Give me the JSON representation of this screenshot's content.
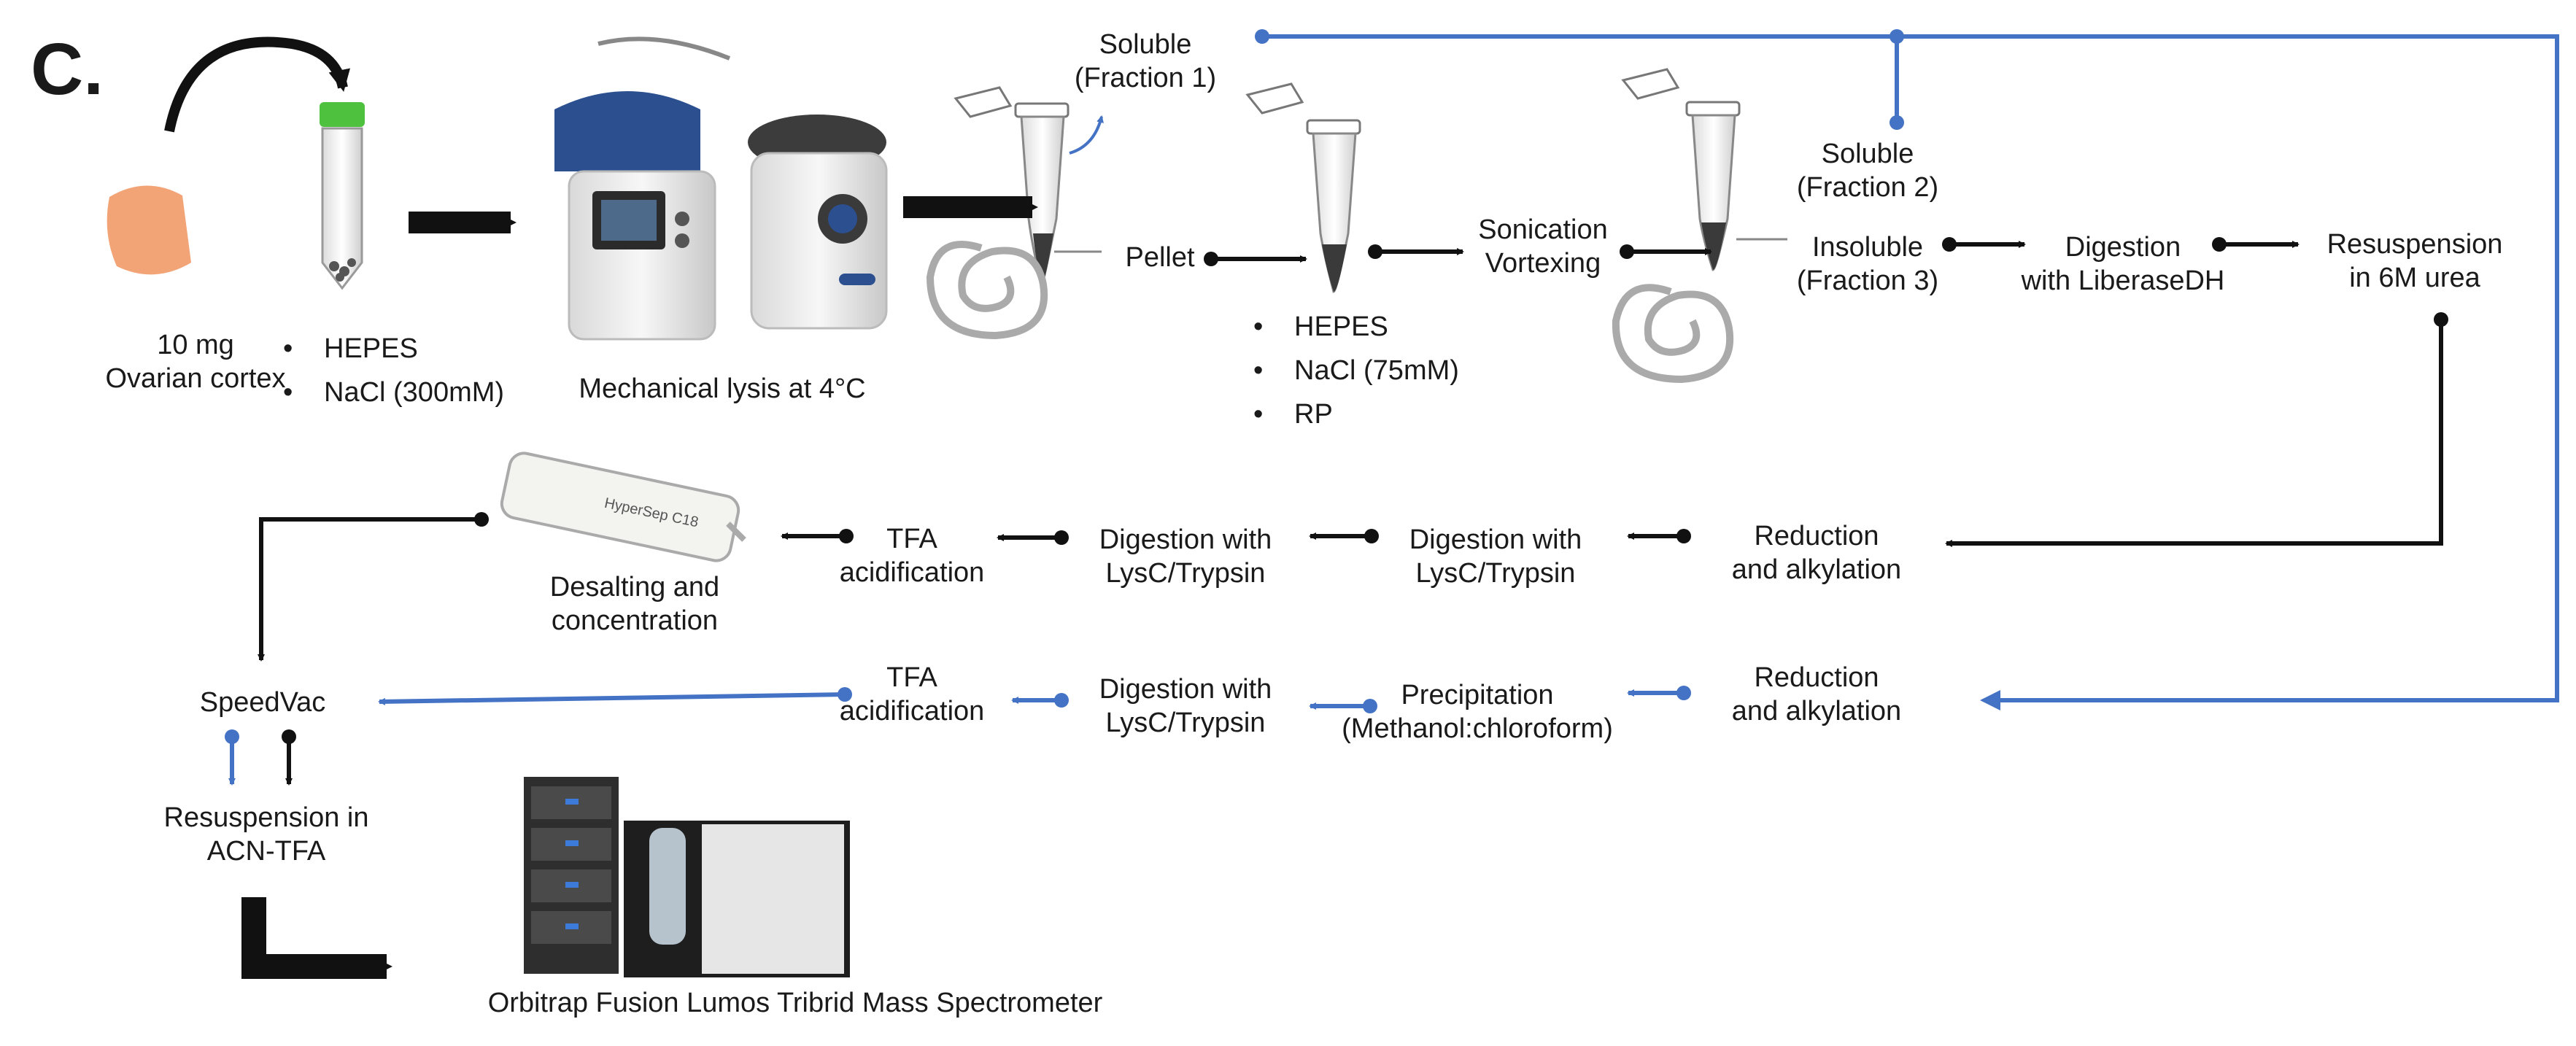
{
  "panel_label": "C.",
  "colors": {
    "black_path": "#111111",
    "blue_path": "#4472c4",
    "tissue": "#f2a477",
    "tube_cap": "#4ec23e",
    "instrument_blue": "#2c4f8f",
    "pellet": "#3a3a3a"
  },
  "icons": [
    "tissue-icon",
    "falcon-tube-icon",
    "homogenizer-icon",
    "centrifuge-tube-icon",
    "vortex-swirl-icon",
    "desalting-cartridge-icon",
    "mass-spectrometer-icon"
  ],
  "top_row": {
    "sample": [
      "10 mg",
      "Ovarian cortex"
    ],
    "buffer1": [
      "HEPES",
      "NaCl (300mM)"
    ],
    "lysis": "Mechanical lysis at 4°C",
    "soluble1": [
      "Soluble",
      "(Fraction 1)"
    ],
    "pellet": "Pellet",
    "buffer2": [
      "HEPES",
      "NaCl (75mM)",
      "RP"
    ],
    "sonication": [
      "Sonication",
      "Vortexing"
    ],
    "soluble2": [
      "Soluble",
      "(Fraction 2)"
    ],
    "insoluble3": [
      "Insoluble",
      "(Fraction 3)"
    ],
    "digestion_liberase": [
      "Digestion",
      "with LiberaseDH"
    ],
    "resuspension_urea": [
      "Resuspension",
      "in 6M urea"
    ],
    "cartridge_text": "HyperSep C18"
  },
  "middle_row": {
    "reduction": [
      "Reduction",
      "and alkylation"
    ],
    "digestion_a": [
      "Digestion with",
      "LysC/Trypsin"
    ],
    "digestion_b": [
      "Digestion with",
      "LysC/Trypsin"
    ],
    "tfa": [
      "TFA",
      "acidification"
    ],
    "desalting": [
      "Desalting and",
      "concentration"
    ]
  },
  "bottom_row": {
    "reduction": [
      "Reduction",
      "and alkylation"
    ],
    "precipitation": [
      "Precipitation",
      "(Methanol:chloroform)"
    ],
    "digestion": [
      "Digestion with",
      "LysC/Trypsin"
    ],
    "tfa": [
      "TFA",
      "acidification"
    ],
    "speedvac": "SpeedVac",
    "resuspension_acn": [
      "Resuspension in",
      "ACN-TFA"
    ],
    "instrument": "Orbitrap Fusion Lumos Tribrid Mass Spectrometer"
  }
}
